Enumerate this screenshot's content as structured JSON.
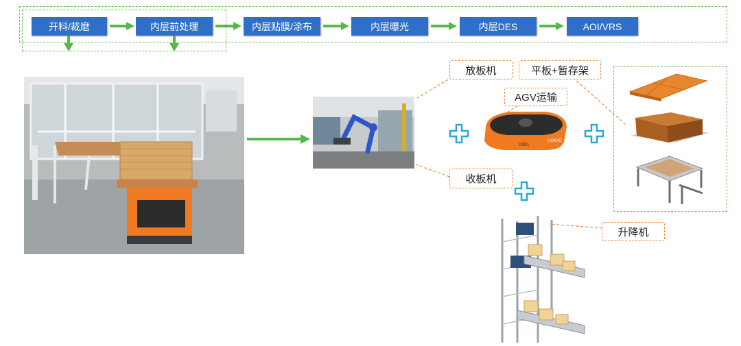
{
  "process_flow": {
    "steps": [
      {
        "label": "开料/裁磨"
      },
      {
        "label": "内层前处理"
      },
      {
        "label": "内层贴膜/涂布"
      },
      {
        "label": "内层曝光"
      },
      {
        "label": "内层DES"
      },
      {
        "label": "AOI/VRS"
      }
    ]
  },
  "callouts": {
    "loader": "放板机",
    "agv": "AGV运输",
    "flatbed_rack": "平板+暂存架",
    "unloader": "收板机",
    "lifter": "升降机"
  },
  "agv_device": {
    "brand_text": "ROKAE",
    "serial_text": "0061"
  },
  "colors": {
    "step_fill": "#2f6fc7",
    "arrow_green": "#55b947",
    "callout_border": "#f08a3a",
    "plus_cyan": "#29a8d8",
    "group_border": "#6bbf59"
  }
}
